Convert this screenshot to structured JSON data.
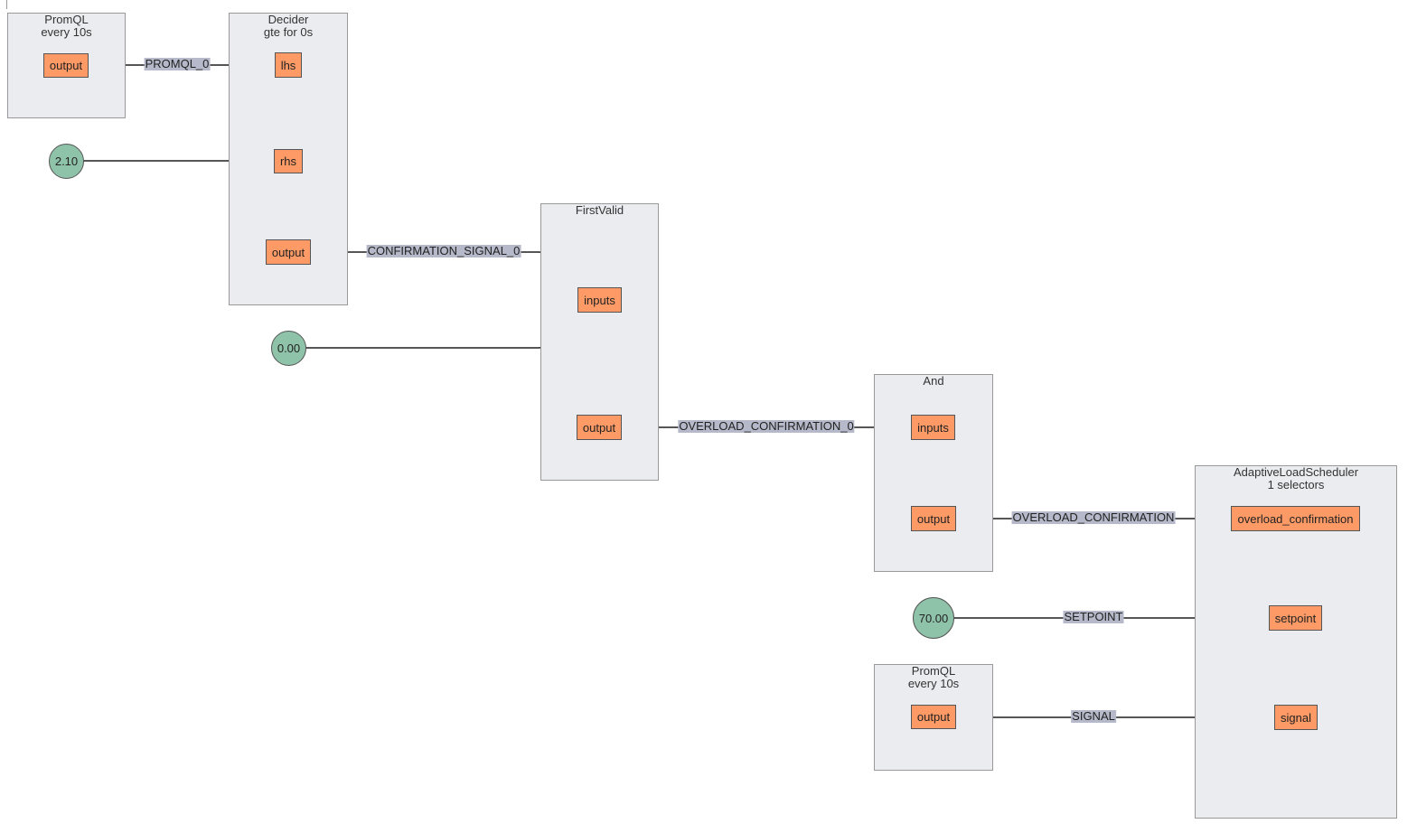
{
  "colors": {
    "cluster_fill": "#ebecf0",
    "port_fill": "#fe9a66",
    "const_fill": "#8fc3a9",
    "label_fill": "#b6b9c9",
    "wire": "#1f1f1f"
  },
  "clusters": {
    "promql_1": {
      "title": "PromQL\nevery 10s",
      "ports": {
        "output": "output"
      }
    },
    "decider": {
      "title": "Decider\ngte for 0s",
      "ports": {
        "lhs": "lhs",
        "rhs": "rhs",
        "output": "output"
      }
    },
    "first_valid": {
      "title": "FirstValid",
      "ports": {
        "inputs": "inputs",
        "output": "output"
      }
    },
    "and": {
      "title": "And",
      "ports": {
        "inputs": "inputs",
        "output": "output"
      }
    },
    "promql_2": {
      "title": "PromQL\nevery 10s",
      "ports": {
        "output": "output"
      }
    },
    "scheduler": {
      "title": "AdaptiveLoadScheduler\n1 selectors",
      "ports": {
        "overload_confirmation": "overload_confirmation",
        "setpoint": "setpoint",
        "signal": "signal"
      }
    }
  },
  "constants": {
    "c1": "2.10",
    "c2": "0.00",
    "c3": "70.00"
  },
  "edge_labels": {
    "promql_0": "PROMQL_0",
    "confirmation_signal_0": "CONFIRMATION_SIGNAL_0",
    "overload_confirmation_0": "OVERLOAD_CONFIRMATION_0",
    "overload_confirmation": "OVERLOAD_CONFIRMATION",
    "setpoint": "SETPOINT",
    "signal": "SIGNAL"
  }
}
